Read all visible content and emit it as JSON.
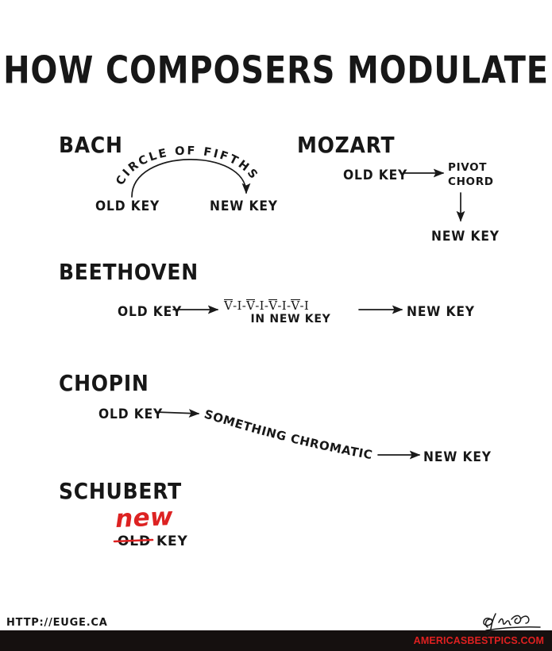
{
  "title": "HOW COMPOSERS MODULATE",
  "sections": [
    {
      "id": "bach",
      "heading": "BACH",
      "arc_label": "CIRCLE OF FIFTHS",
      "from_label": "OLD KEY",
      "to_label": "NEW KEY"
    },
    {
      "id": "mozart",
      "heading": "MOZART",
      "from_label": "OLD KEY",
      "middle_line1": "PIVOT",
      "middle_line2": "CHORD",
      "to_label": "NEW KEY"
    },
    {
      "id": "beethoven",
      "heading": "BEETHOVEN",
      "from_label": "OLD KEY",
      "numerals": "V-I-V-I-V-I-V-I",
      "numerals_sub": "IN NEW KEY",
      "to_label": "NEW KEY"
    },
    {
      "id": "chopin",
      "heading": "CHOPIN",
      "from_label": "OLD KEY",
      "curve_label_part1": "SOMETHING",
      "curve_label_part2": "CHROMATIC",
      "to_label": "NEW KEY"
    },
    {
      "id": "schubert",
      "heading": "SCHUBERT",
      "new_word": "new",
      "struck_word": "OLD",
      "key_word": "KEY"
    }
  ],
  "footer": {
    "url": "HTTP://EUGE.CA",
    "signature": "artist-signature",
    "watermark": "AMERICASBESTPICS.COM"
  },
  "colors": {
    "ink": "#171717",
    "red": "#dd2222",
    "watermark_bar": "#15100f",
    "watermark_text": "#e02020",
    "background": "#ffffff"
  }
}
